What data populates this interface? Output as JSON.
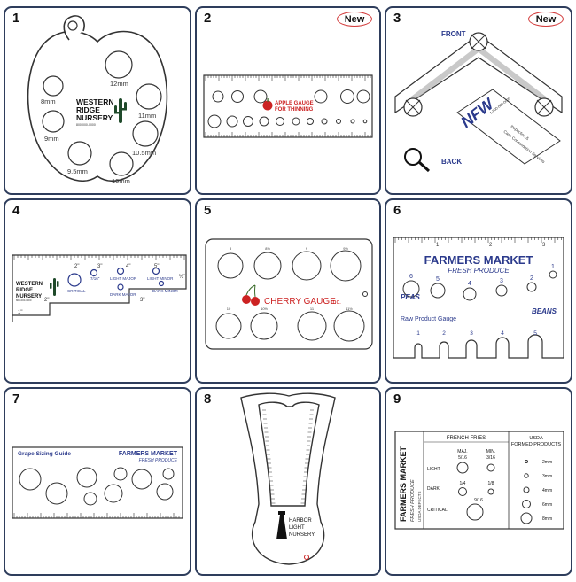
{
  "colors": {
    "border": "#2e3d5c",
    "navy": "#2b3a8c",
    "red": "#cc2222",
    "new_ring": "#d23a3a"
  },
  "panels": [
    {
      "number": "1",
      "sizes": [
        "12mm",
        "8mm",
        "11mm",
        "9mm",
        "10.5mm",
        "9.5mm",
        "10mm"
      ],
      "brand": [
        "WESTERN",
        "RIDGE",
        "NURSERY"
      ],
      "phone": "800-000-0000"
    },
    {
      "number": "2",
      "badge": "New",
      "title_line1": "APPLE GAUGE",
      "title_line2": "FOR THINNING",
      "icon": "apple-icon"
    },
    {
      "number": "3",
      "badge": "New",
      "front": "FRONT",
      "back": "BACK",
      "logo": "NFW",
      "strip_line1": "Inspection &",
      "strip_line2": "Case Consolidation Services",
      "phone": "1-800-000-0000"
    },
    {
      "number": "4",
      "brand": [
        "WESTERN",
        "RIDGE",
        "NURSERY"
      ],
      "phone": "800-000-0000",
      "labels": {
        "critical": "CRITICAL",
        "critical_size": "7/16\"",
        "light_major": "LIGHT MAJOR",
        "light_minor": "LIGHT MINOR",
        "dark_major": "DARK MAJOR",
        "dark_minor": "DARK MINOR"
      },
      "ruler_marks": [
        "1\"",
        "2\"",
        "3\"",
        "4\"",
        "5\"",
        "½\""
      ],
      "step_marks": [
        "1\"",
        "2\"",
        "3\""
      ]
    },
    {
      "number": "5",
      "title": "CHERRY GAUGE",
      "suffix": "inc.",
      "icon": "cherry-icon",
      "top_sizes": [
        "8",
        "8½",
        "9",
        "9½"
      ],
      "bottom_sizes": [
        "10",
        "10½",
        "11",
        "11½"
      ]
    },
    {
      "number": "6",
      "title": "FARMERS MARKET",
      "subtitle": "FRESH PRODUCE",
      "left_word": "PEAS",
      "right_word": "BEANS",
      "gauge_label": "Raw Product Gauge",
      "hole_numbers": [
        "6",
        "5",
        "4",
        "3",
        "2",
        "1"
      ],
      "slot_numbers": [
        "1",
        "2",
        "3",
        "4",
        "5"
      ],
      "ruler_marks": [
        "1",
        "2",
        "3"
      ]
    },
    {
      "number": "7",
      "title_left": "Grape Sizing Guide",
      "title": "FARMERS MARKET",
      "subtitle": "FRESH PRODUCE"
    },
    {
      "number": "8",
      "brand": [
        "HARBOR",
        "LIGHT",
        "NURSERY"
      ]
    },
    {
      "number": "9",
      "side_title": "FARMERS MARKET",
      "side_subtitle": "FRESH PRODUCE",
      "side_extra": "USDA DEFECTS",
      "fries_title": "FRENCH FRIES",
      "maj": "MAJ.",
      "maj_size": "5/16",
      "min": "MIN.",
      "min_size": "3/16",
      "rows": [
        "LIGHT",
        "DARK",
        "CRITICAL"
      ],
      "dark_sizes": [
        "1/4",
        "1/8"
      ],
      "critical_size": "9/16",
      "usda_title_line1": "USDA",
      "usda_title_line2": "FORMED PRODUCTS",
      "usda_sizes": [
        "2mm",
        "3mm",
        "4mm",
        "6mm",
        "8mm"
      ]
    }
  ]
}
